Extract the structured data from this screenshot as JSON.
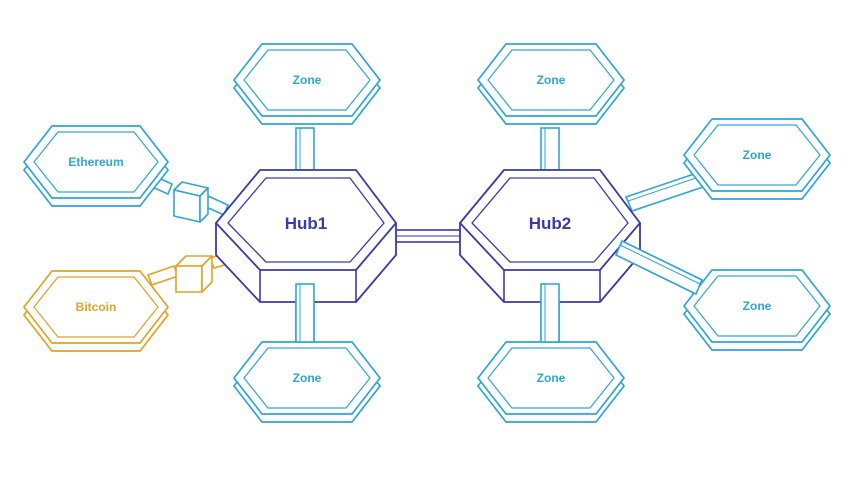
{
  "colors": {
    "hub": "#3a3aa8",
    "zone": "#2ea6d6",
    "bitcoin": "#e0a326",
    "background": "#ffffff"
  },
  "hubs": [
    {
      "id": "hub1",
      "label": "Hub1"
    },
    {
      "id": "hub2",
      "label": "Hub2"
    }
  ],
  "zones": [
    {
      "id": "hub1-top",
      "label": "Zone"
    },
    {
      "id": "hub1-bottom",
      "label": "Zone"
    },
    {
      "id": "ethereum",
      "label": "Ethereum"
    },
    {
      "id": "bitcoin",
      "label": "Bitcoin"
    },
    {
      "id": "hub2-top",
      "label": "Zone"
    },
    {
      "id": "hub2-right-upper",
      "label": "Zone"
    },
    {
      "id": "hub2-right-lower",
      "label": "Zone"
    },
    {
      "id": "hub2-bottom",
      "label": "Zone"
    }
  ]
}
